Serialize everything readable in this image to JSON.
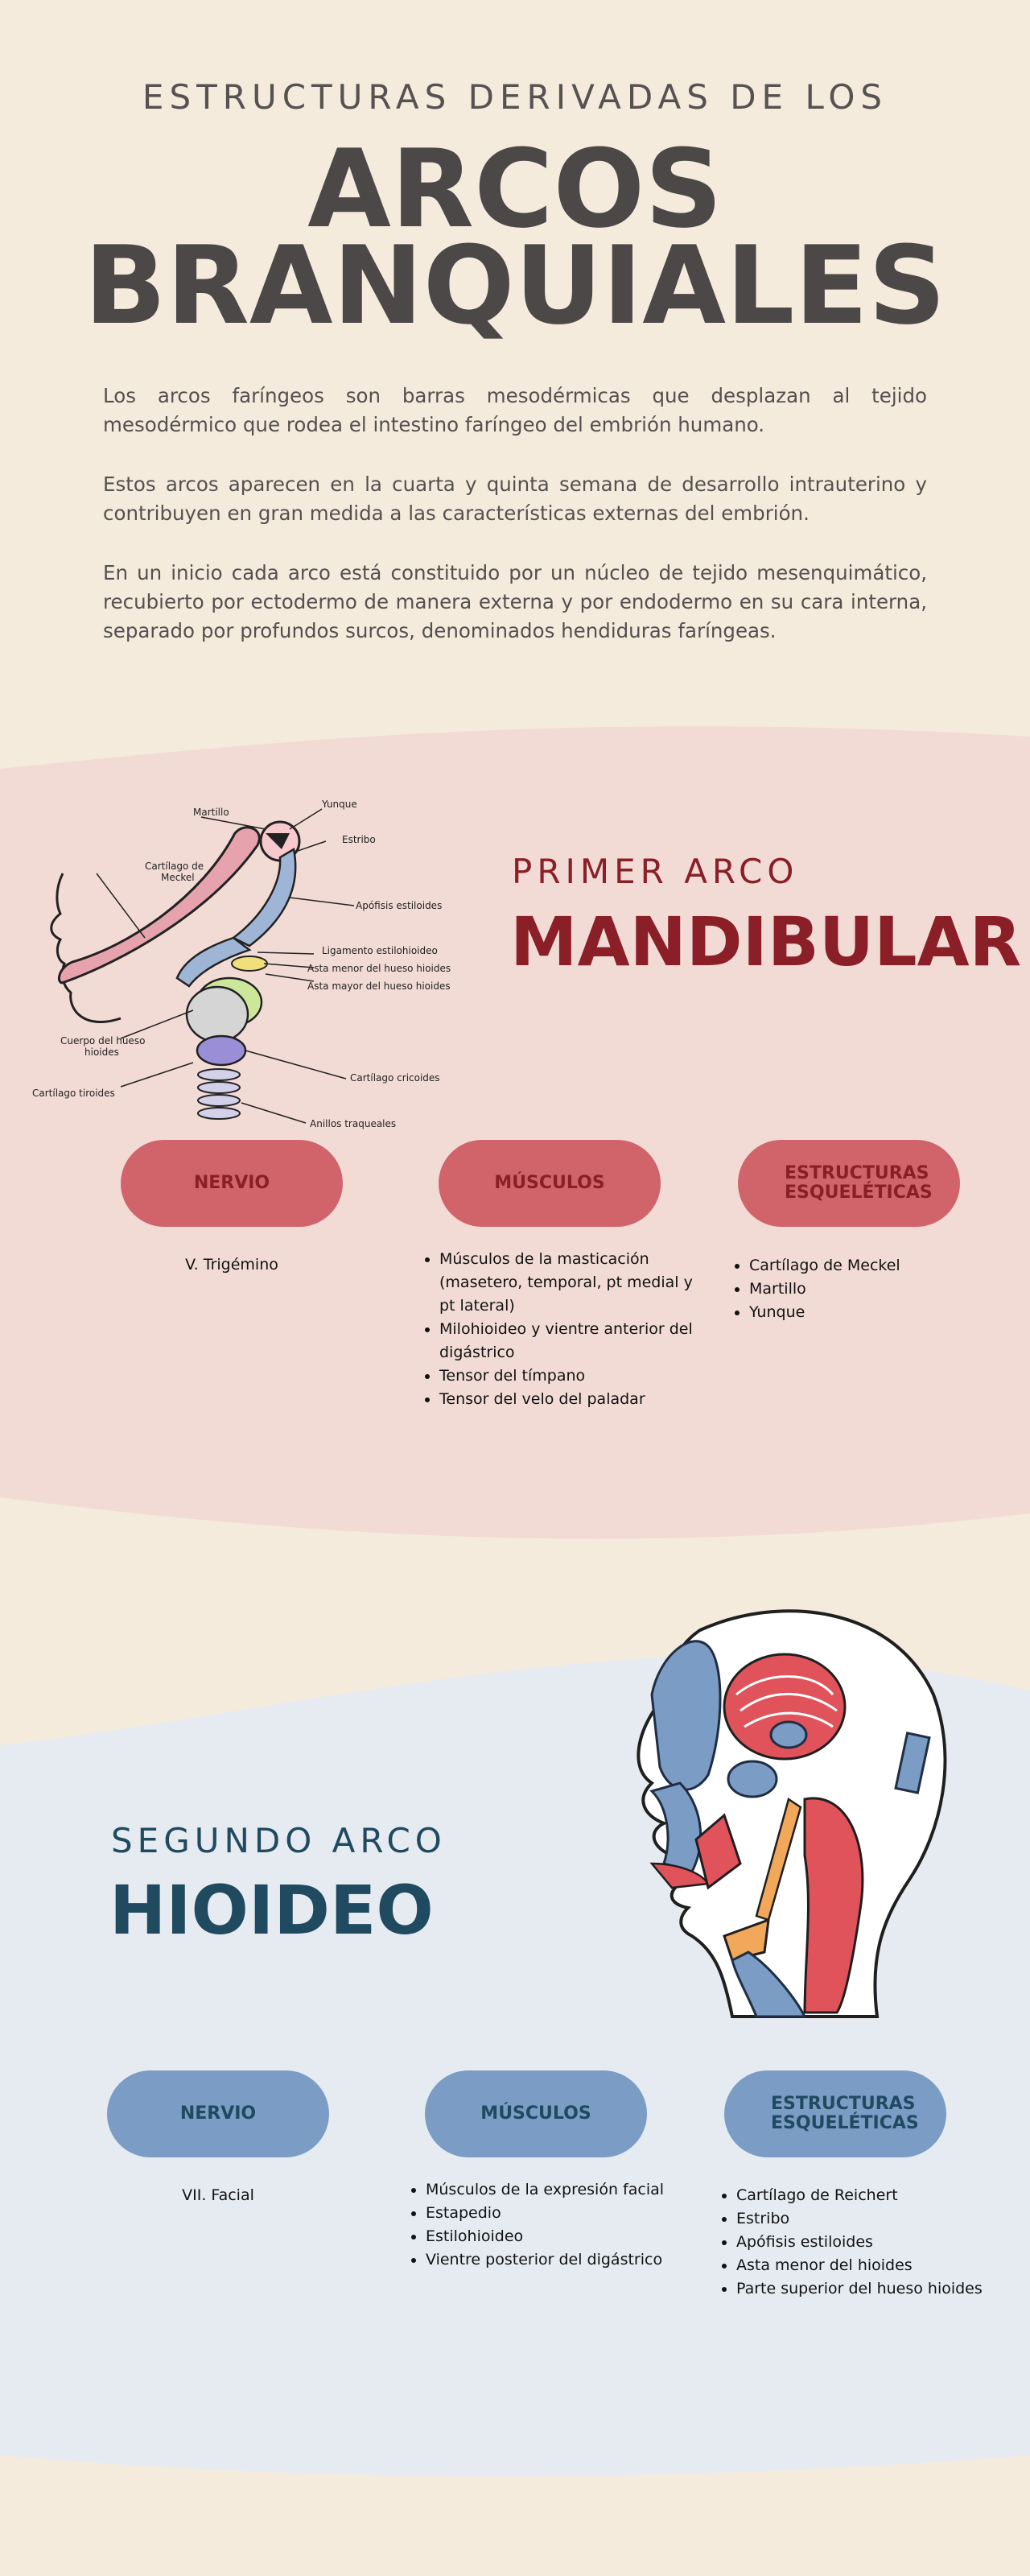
{
  "header": {
    "kicker": "ESTRUCTURAS DERIVADAS DE LOS",
    "title_line1": "ARCOS",
    "title_line2": "BRANQUIALES"
  },
  "intro": {
    "p1": "Los arcos faríngeos son barras mesodérmicas que desplazan al tejido mesodérmico que rodea el intestino faríngeo del embrión humano.",
    "p2": "Estos arcos aparecen en la cuarta y quinta semana de desarrollo intrauterino y contribuyen en gran medida a las características externas del embrión.",
    "p3": "En un inicio cada arco está constituido por un núcleo de tejido mesenquimático, recubierto por ectodermo de manera externa y por endodermo en su cara interna, separado por profundos surcos, denominados hendiduras faríngeas."
  },
  "arch1": {
    "label": "PRIMER ARCO",
    "title": "MANDIBULAR",
    "diagram_labels": {
      "martillo": "Martillo",
      "yunque": "Yunque",
      "estribo": "Estribo",
      "cartilago_meckel_1": "Cartílago de",
      "cartilago_meckel_2": "Meckel",
      "apofisis": "Apófisis estiloides",
      "ligamento": "Ligamento estilohioideo",
      "asta_menor": "Asta menor del hueso hioides",
      "asta_mayor": "Asta mayor del hueso hioides",
      "cuerpo_1": "Cuerpo del hueso",
      "cuerpo_2": "hioides",
      "tiroides_left": "Cartílago tiroides",
      "cricoides": "Cartílago cricoides",
      "anillos": "Anillos traqueales"
    },
    "pills": {
      "nervio": "NERVIO",
      "musculos": "MÚSCULOS",
      "estructuras": "ESTRUCTURAS ESQUELÉTICAS"
    },
    "nervio": "V. Trigémino",
    "musculos": [
      "Músculos de la masticación (masetero, temporal, pt medial y pt lateral)",
      "Milohioideo y vientre anterior del digástrico",
      "Tensor del tímpano",
      "Tensor del velo del paladar"
    ],
    "estructuras": [
      "Cartílago de Meckel",
      "Martillo",
      "Yunque"
    ],
    "colors": {
      "band": "#f2dbd5",
      "accent": "#8b1f27",
      "pill": "#d0646a"
    }
  },
  "arch2": {
    "label": "SEGUNDO ARCO",
    "title": "HIOIDEO",
    "pills": {
      "nervio": "NERVIO",
      "musculos": "MÚSCULOS",
      "estructuras": "ESTRUCTURAS ESQUELÉTICAS"
    },
    "nervio": "VII. Facial",
    "musculos": [
      "Músculos de la expresión facial",
      "Estapedio",
      "Estilohioideo",
      "Vientre posterior del digástrico"
    ],
    "estructuras": [
      "Cartílago de Reichert",
      "Estribo",
      "Apófisis estiloides",
      "Asta menor del hioides",
      "Parte superior del hueso hioides"
    ],
    "colors": {
      "band": "#e6ebf1",
      "accent": "#1f4a60",
      "pill": "#7b9cc4"
    }
  }
}
